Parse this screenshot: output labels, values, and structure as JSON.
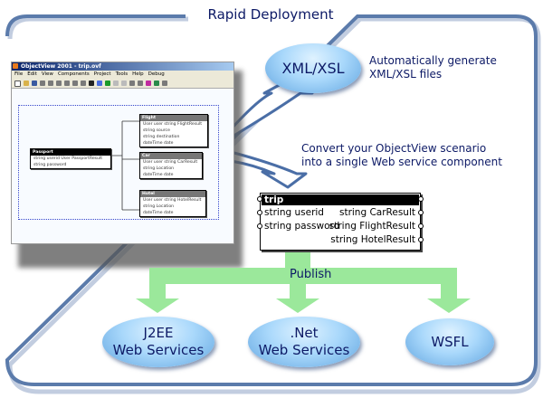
{
  "frame": {
    "title": "Rapid Deployment",
    "border_color": "#5b7bab"
  },
  "objectview_window": {
    "title": "ObjectView 2001 - trip.ovf",
    "menu": [
      "File",
      "Edit",
      "View",
      "Components",
      "Project",
      "Tools",
      "Help",
      "Debug"
    ],
    "components": [
      {
        "name": "Passport",
        "rows": [
          "string userid User PassportResult",
          "string password"
        ]
      },
      {
        "name": "Flight",
        "rows": [
          "User user string FlightResult",
          "string source",
          "string destination",
          "dateTime date"
        ]
      },
      {
        "name": "Car",
        "rows": [
          "User user string CarResult",
          "string Location",
          "dateTime date"
        ]
      },
      {
        "name": "Hotel",
        "rows": [
          "User user string HotelResult",
          "string Location",
          "dateTime date"
        ]
      }
    ]
  },
  "xml_node": {
    "label": "XML/XSL",
    "description_line1": "Automatically generate",
    "description_line2": "XML/XSL files"
  },
  "convert_description": {
    "line1": "Convert your ObjectView scenario",
    "line2": "into a single Web service component"
  },
  "trip_component": {
    "name": "trip",
    "inputs": [
      "string userid",
      "string password"
    ],
    "outputs": [
      "string CarResult",
      "string FlightResult",
      "string HotelResult"
    ]
  },
  "publish": {
    "label": "Publish",
    "arrow_color": "#9be89b"
  },
  "targets": [
    {
      "line1": "J2EE",
      "line2": "Web Services"
    },
    {
      "line1": ".Net",
      "line2": "Web Services"
    },
    {
      "line1": "WSFL",
      "line2": ""
    }
  ],
  "colors": {
    "text": "#0d1a66",
    "ellipse": "#a9d8fb",
    "arrow_outline": "#4a6ea6"
  }
}
